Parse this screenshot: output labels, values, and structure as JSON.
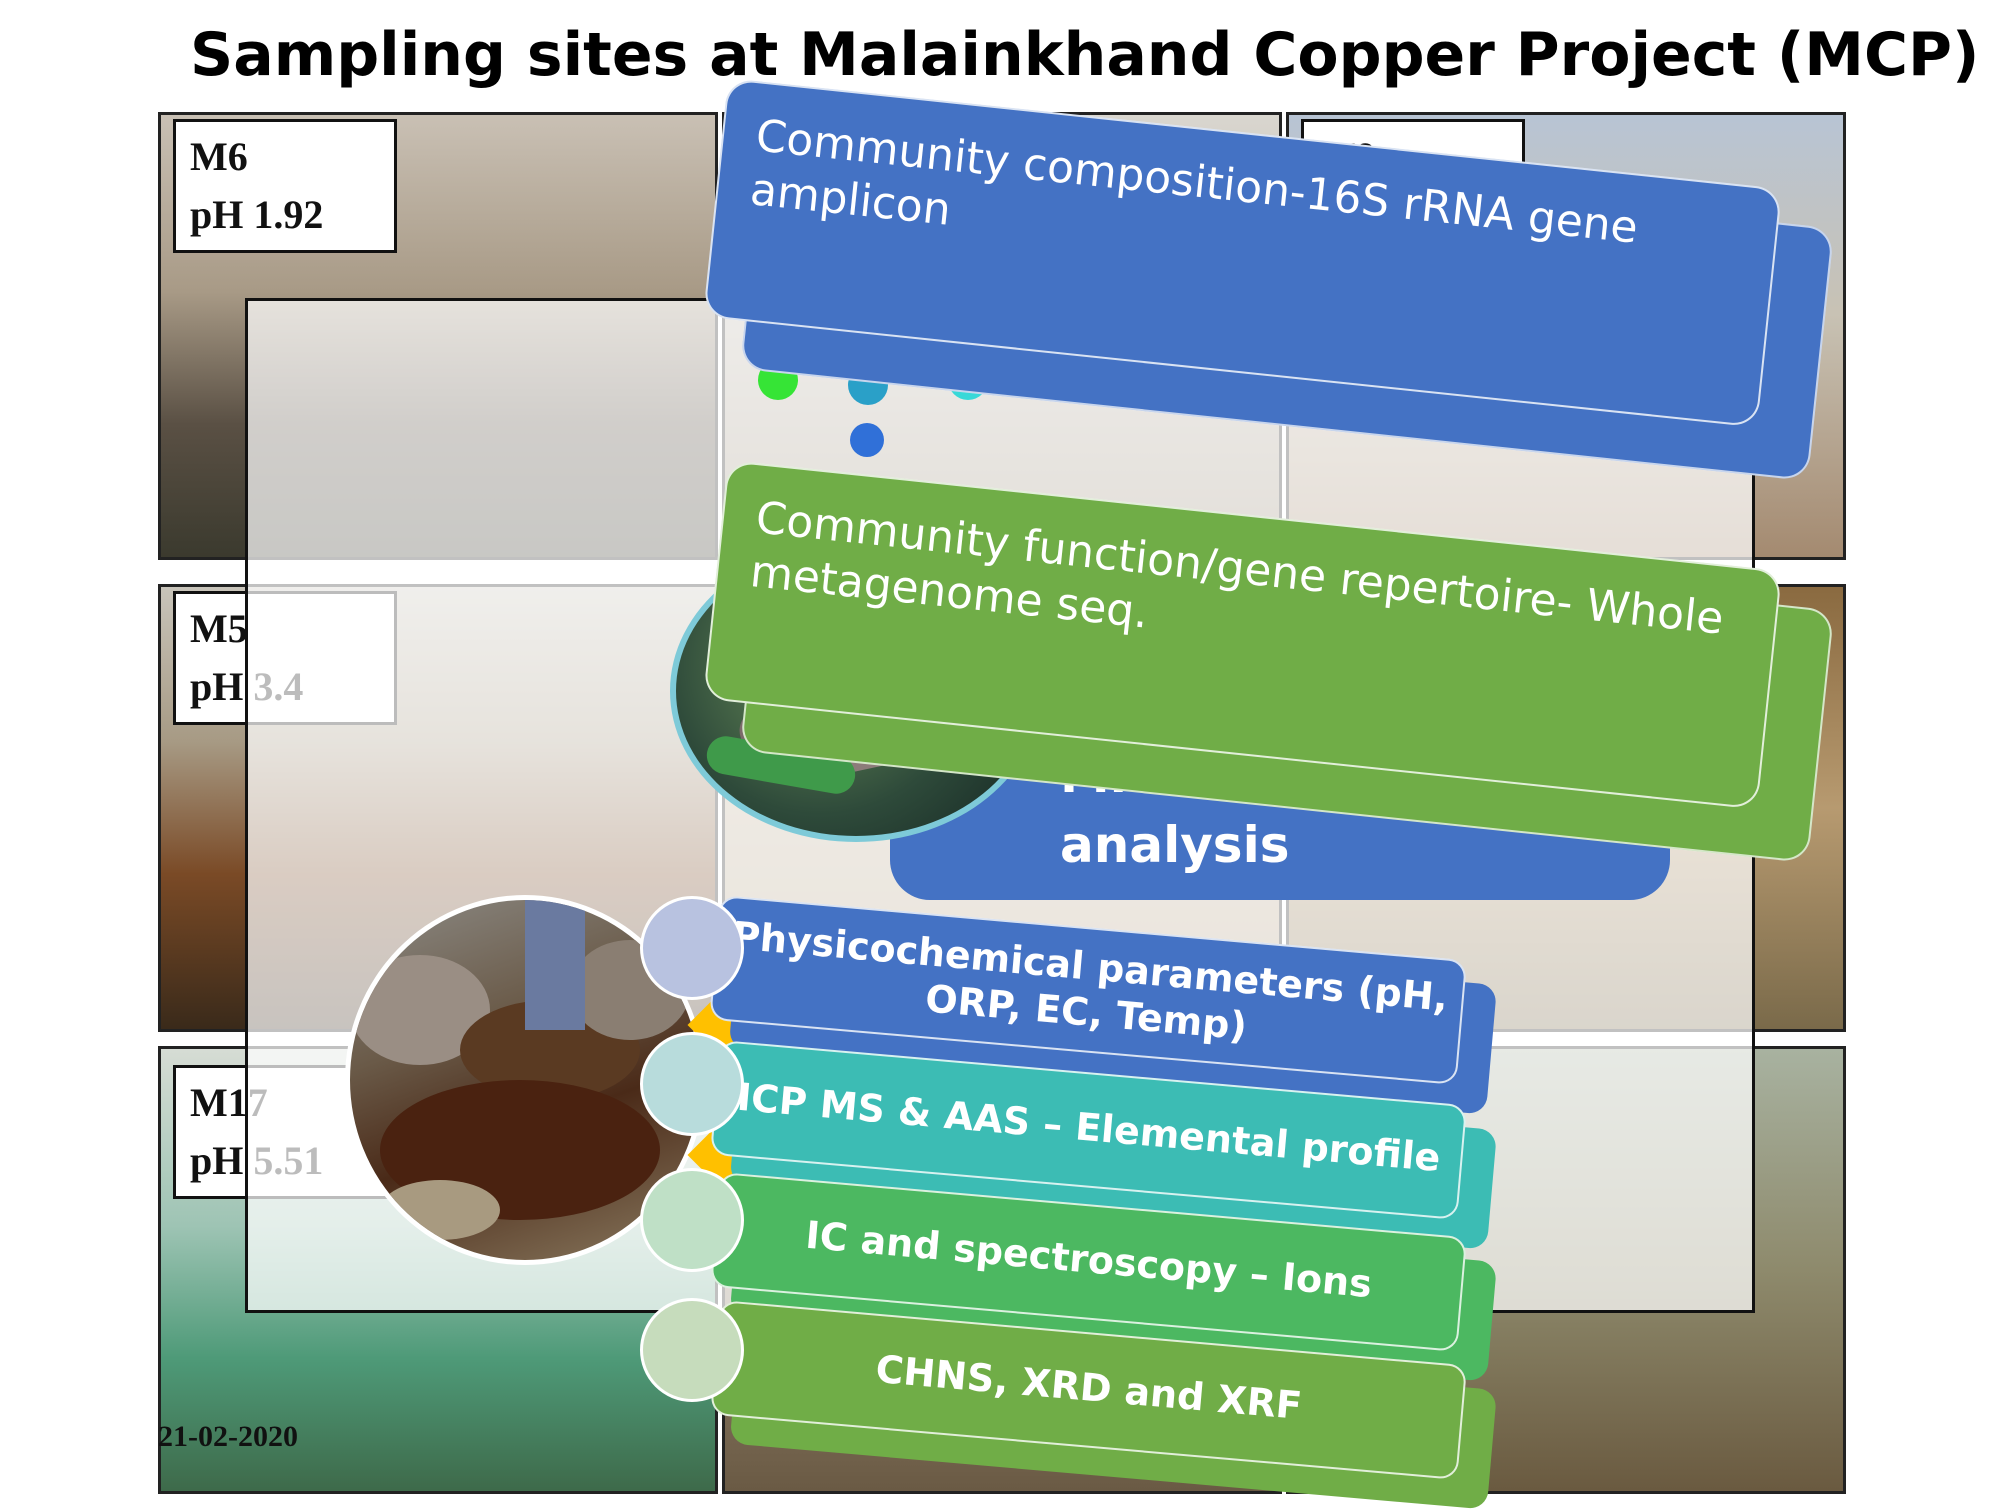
{
  "title": "Sampling sites at Malainkhand Copper Project (MCP)",
  "sites": [
    {
      "id": "M6",
      "ph": "pH 1.92"
    },
    {
      "id": "M9",
      "ph": ""
    },
    {
      "id": "M5",
      "ph": "pH 3.4"
    },
    {
      "id": "M17",
      "ph": "pH 5.51"
    }
  ],
  "date": "21-02-2020",
  "boxes": {
    "composition": "Community composition-16S rRNA gene amplicon",
    "function": "Community function/gene repertoire- Whole metagenome seq.",
    "microbial": "Microbial community analysis"
  },
  "steps": [
    {
      "label": "Physicochemical parameters (pH, ORP, EC, Temp)"
    },
    {
      "label": "ICP MS & AAS – Elemental profile"
    },
    {
      "label": "IC and spectroscopy – Ions"
    },
    {
      "label": "CHNS, XRD and XRF"
    }
  ],
  "colors": {
    "blue": "#4472c4",
    "green": "#70ad47",
    "teal": "#3cbcb4",
    "emerald": "#4cb861",
    "gold": "#ffc000"
  }
}
